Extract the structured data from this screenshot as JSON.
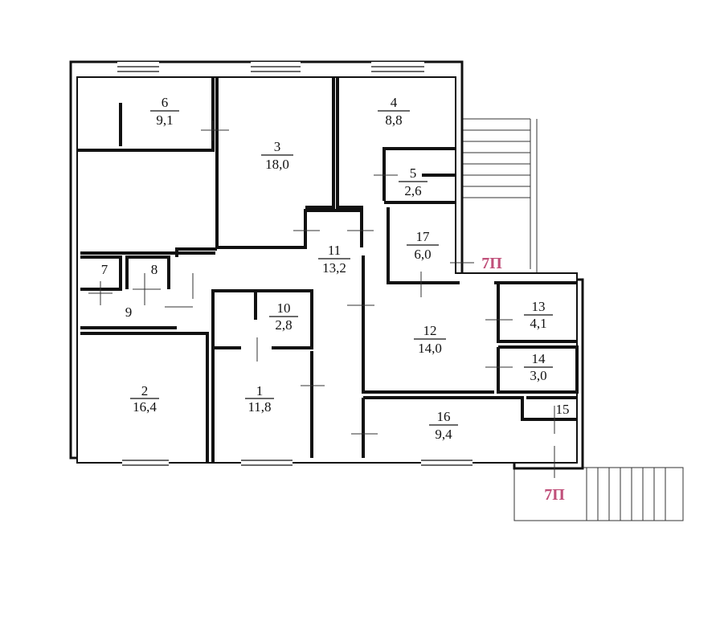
{
  "rooms": [
    {
      "number": "1",
      "area": "11,8"
    },
    {
      "number": "2",
      "area": "16,4"
    },
    {
      "number": "3",
      "area": "18,0"
    },
    {
      "number": "4",
      "area": "8,8"
    },
    {
      "number": "5",
      "area": "2,6"
    },
    {
      "number": "6",
      "area": "9,1"
    },
    {
      "number": "7",
      "area": ""
    },
    {
      "number": "8",
      "area": ""
    },
    {
      "number": "9",
      "area": ""
    },
    {
      "number": "10",
      "area": "2,8"
    },
    {
      "number": "11",
      "area": "13,2"
    },
    {
      "number": "12",
      "area": "14,0"
    },
    {
      "number": "13",
      "area": "4,1"
    },
    {
      "number": "14",
      "area": "3,0"
    },
    {
      "number": "15",
      "area": ""
    },
    {
      "number": "16",
      "area": "9,4"
    },
    {
      "number": "17",
      "area": "6,0"
    }
  ],
  "entrances": [
    {
      "label": "7П"
    },
    {
      "label": "7П"
    }
  ],
  "colors": {
    "walls": "#111111",
    "entrance_mark": "#c0507a"
  }
}
